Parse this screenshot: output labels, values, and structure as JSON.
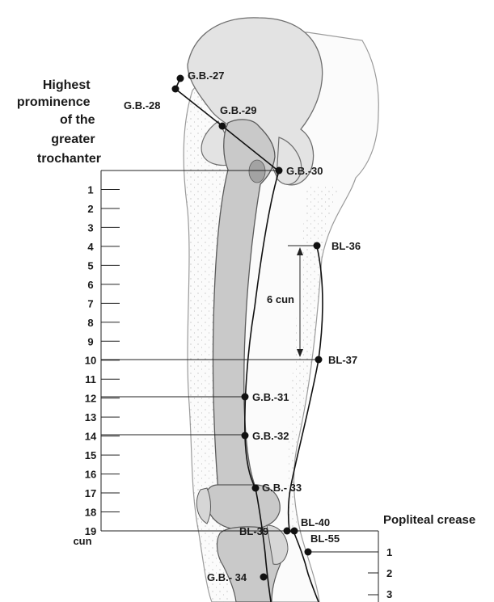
{
  "heading": [
    "Highest",
    "prominence",
    "of the",
    "greater",
    "trochanter"
  ],
  "left_scale": {
    "ticks": [
      "1",
      "2",
      "3",
      "4",
      "5",
      "6",
      "7",
      "8",
      "9",
      "10",
      "11",
      "12",
      "13",
      "14",
      "15",
      "16",
      "17",
      "18",
      "19"
    ],
    "unit": "cun"
  },
  "right_scale": {
    "title": "Popliteal crease",
    "ticks": [
      "1",
      "2",
      "3"
    ]
  },
  "measure_label": "6 cun",
  "points": {
    "gb27": "G.B.-27",
    "gb28": "G.B.-28",
    "gb29": "G.B.-29",
    "gb30": "G.B.-30",
    "gb31": "G.B.-31",
    "gb32": "G.B.-32",
    "gb33": "G.B.- 33",
    "gb34": "G.B.- 34",
    "bl36": "BL-36",
    "bl37": "BL-37",
    "bl39": "BL-39",
    "bl40": "BL-40",
    "bl55": "BL-55"
  }
}
